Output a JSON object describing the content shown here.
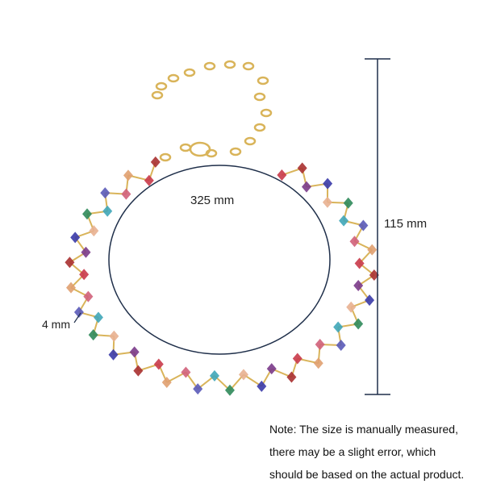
{
  "dimensions": {
    "circumference": "325 mm",
    "height": "115 mm",
    "bead_size": "4 mm"
  },
  "note": {
    "lines": [
      "Note: The size is manually measured,",
      "there may be a slight error, which",
      "should be based on the actual product."
    ]
  },
  "colors": {
    "gold": "#d9b45a",
    "dimension_line": "#1f2f4a",
    "beads": [
      "#c93a4a",
      "#3a3aa8",
      "#3fa6b8",
      "#e0a070",
      "#7a3a8a",
      "#2f8a5a",
      "#d0607a",
      "#a83030",
      "#e8b090",
      "#5a5ab8"
    ]
  }
}
